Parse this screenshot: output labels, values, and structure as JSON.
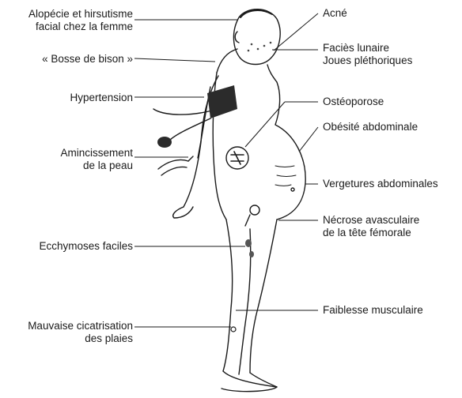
{
  "labels_left": [
    {
      "id": "alopecia",
      "lines": [
        "Alopécie et hirsutisme",
        "facial chez la femme"
      ]
    },
    {
      "id": "buffalo",
      "lines": [
        "« Bosse de bison »"
      ]
    },
    {
      "id": "hypertension",
      "lines": [
        "Hypertension"
      ]
    },
    {
      "id": "skin",
      "lines": [
        "Amincissement",
        "de la peau"
      ]
    },
    {
      "id": "bruising",
      "lines": [
        "Ecchymoses faciles"
      ]
    },
    {
      "id": "healing",
      "lines": [
        "Mauvaise cicatrisation",
        "des plaies"
      ]
    }
  ],
  "labels_right": [
    {
      "id": "acne",
      "lines": [
        "Acné"
      ]
    },
    {
      "id": "moonface",
      "lines": [
        "Faciès lunaire",
        "Joues pléthoriques"
      ]
    },
    {
      "id": "osteoporosis",
      "lines": [
        "Ostéoporose"
      ]
    },
    {
      "id": "obesity",
      "lines": [
        "Obésité abdominale"
      ]
    },
    {
      "id": "striae",
      "lines": [
        "Vergetures abdominales"
      ]
    },
    {
      "id": "necrosis",
      "lines": [
        "Nécrose avasculaire",
        "de la tête fémorale"
      ]
    },
    {
      "id": "weakness",
      "lines": [
        "Faiblesse musculaire"
      ]
    }
  ],
  "colors": {
    "ink": "#1a1a1a",
    "cuff": "#2b2b2b"
  }
}
